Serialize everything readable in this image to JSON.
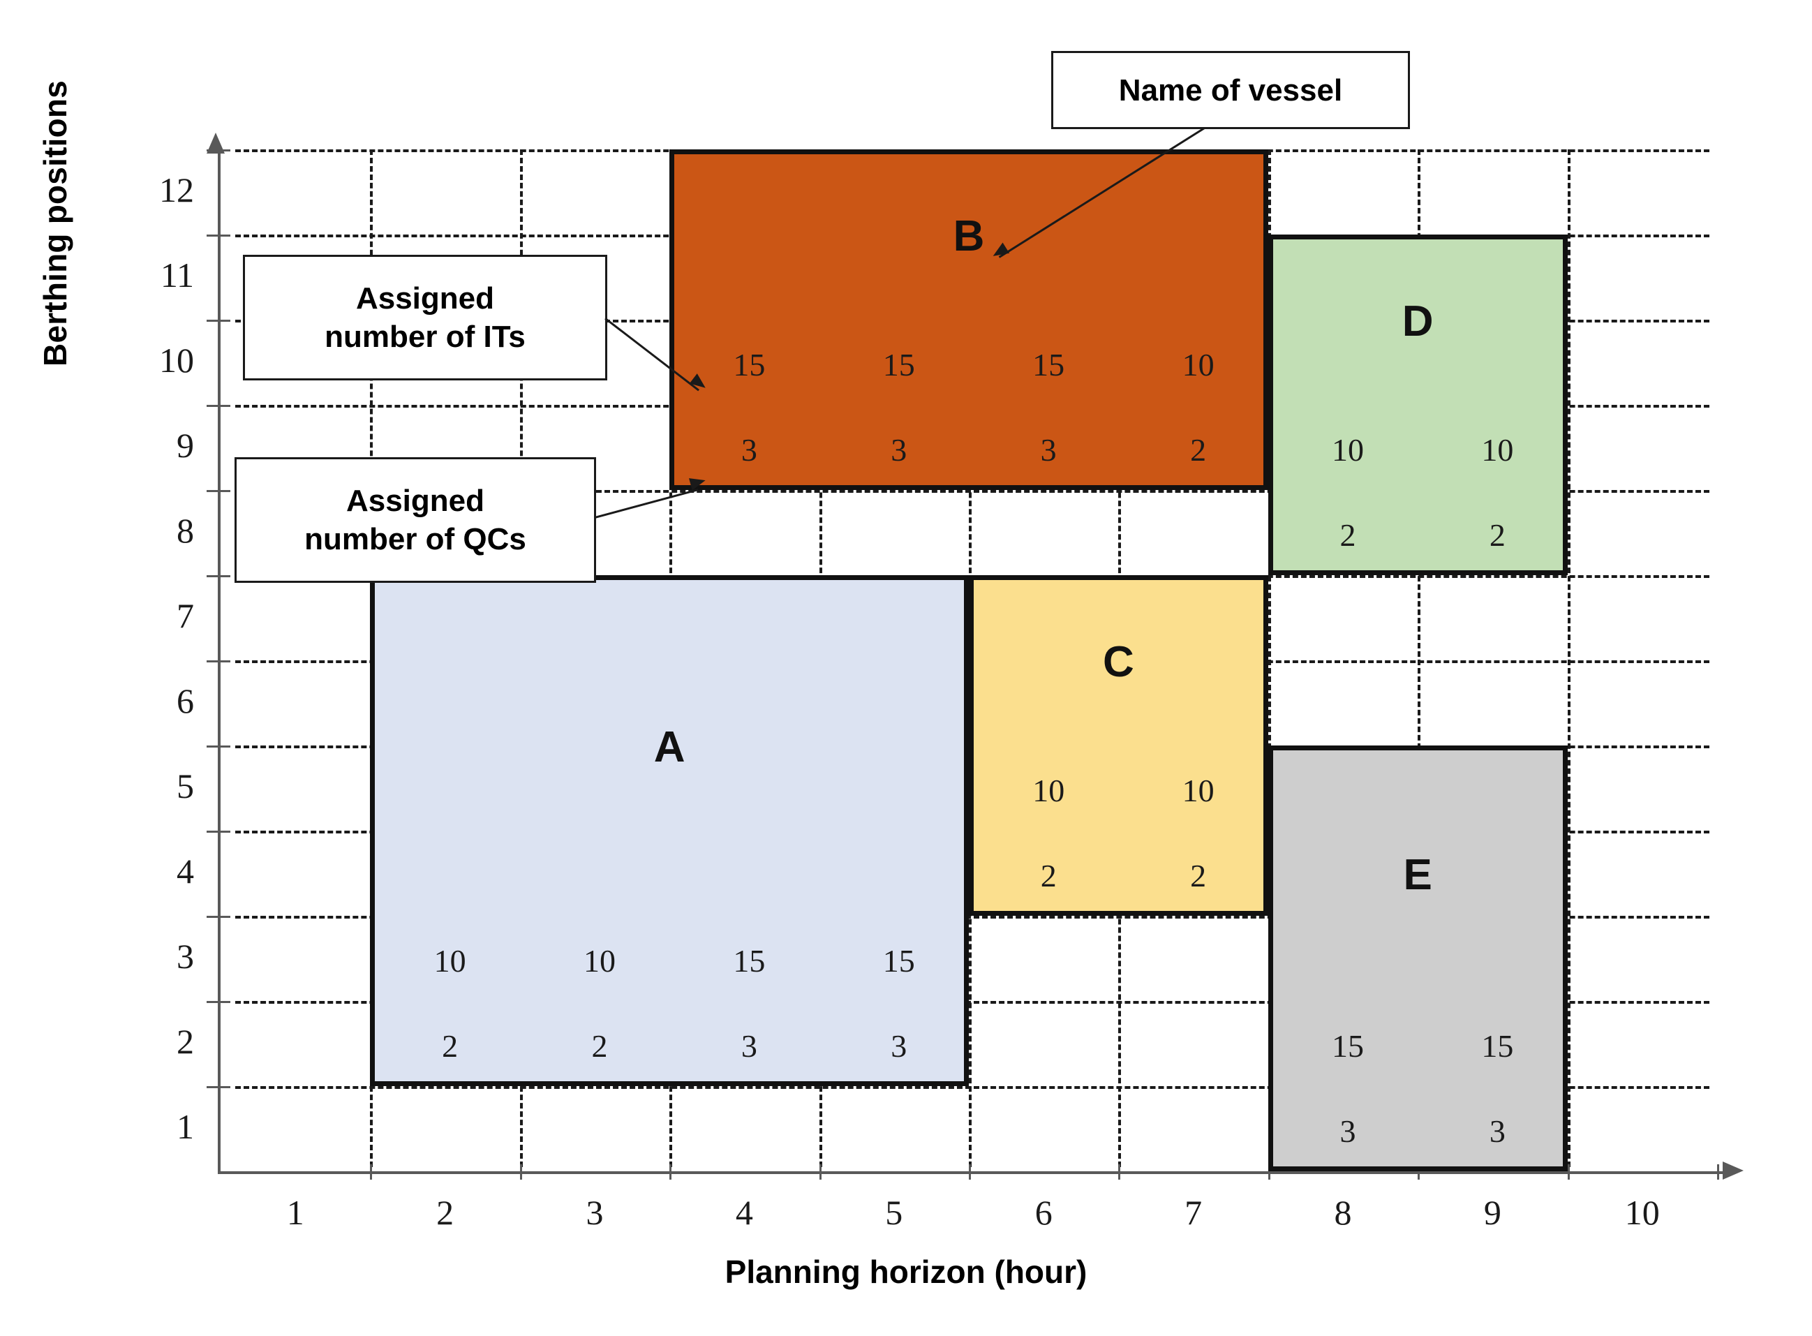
{
  "chart_data": {
    "type": "table",
    "title": "",
    "xlabel": "Planning horizon (hour)",
    "ylabel": "Berthing positions",
    "xticks": [
      "1",
      "2",
      "3",
      "4",
      "5",
      "6",
      "7",
      "8",
      "9",
      "10"
    ],
    "yticks": [
      "1",
      "2",
      "3",
      "4",
      "5",
      "6",
      "7",
      "8",
      "9",
      "10",
      "11",
      "12"
    ],
    "xlim": [
      0.5,
      10.5
    ],
    "ylim": [
      0.5,
      12.5
    ],
    "grid": true,
    "row_labels": [
      "Assigned number of ITs",
      "Assigned number of QCs"
    ],
    "vessels": [
      {
        "name": "A",
        "color": "#dce3f2",
        "x_start": 1.5,
        "x_end": 5.5,
        "y_start": 1.5,
        "y_end": 7.5,
        "hours": [
          "2",
          "3",
          "4",
          "5"
        ],
        "its": [
          "10",
          "10",
          "15",
          "15"
        ],
        "qcs": [
          "2",
          "2",
          "3",
          "3"
        ]
      },
      {
        "name": "B",
        "color": "#cb5615",
        "x_start": 3.5,
        "x_end": 7.5,
        "y_start": 8.5,
        "y_end": 12.5,
        "hours": [
          "4",
          "5",
          "6",
          "7"
        ],
        "its": [
          "15",
          "15",
          "15",
          "10"
        ],
        "qcs": [
          "3",
          "3",
          "3",
          "2"
        ]
      },
      {
        "name": "C",
        "color": "#fbdf8e",
        "x_start": 5.5,
        "x_end": 7.5,
        "y_start": 3.5,
        "y_end": 7.5,
        "hours": [
          "6",
          "7"
        ],
        "its": [
          "10",
          "10"
        ],
        "qcs": [
          "2",
          "2"
        ]
      },
      {
        "name": "D",
        "color": "#c2dfb5",
        "x_start": 7.5,
        "x_end": 9.5,
        "y_start": 7.5,
        "y_end": 11.5,
        "hours": [
          "8",
          "9"
        ],
        "its": [
          "10",
          "10"
        ],
        "qcs": [
          "2",
          "2"
        ]
      },
      {
        "name": "E",
        "color": "#cecece",
        "x_start": 7.5,
        "x_end": 9.5,
        "y_start": 0.5,
        "y_end": 5.5,
        "hours": [
          "8",
          "9"
        ],
        "its": [
          "15",
          "15"
        ],
        "qcs": [
          "3",
          "3"
        ]
      }
    ]
  },
  "callouts": {
    "vessel_name": "Name of vessel",
    "its": "Assigned\nnumber of ITs",
    "qcs": "Assigned\nnumber of QCs"
  }
}
